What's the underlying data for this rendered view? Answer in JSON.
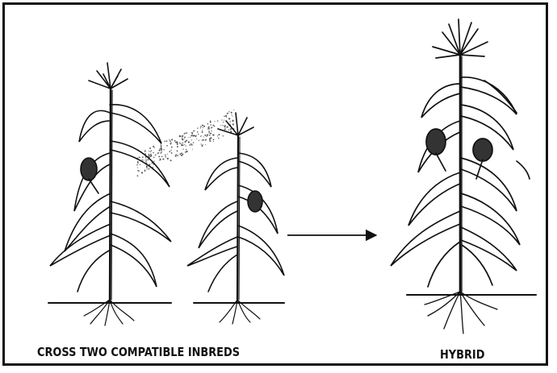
{
  "captions": {
    "left": "CROSS TWO COMPATIBLE INBREDS",
    "right": "HYBRID"
  },
  "illustration": {
    "elements": [
      "inbred-plant-1",
      "inbred-plant-2",
      "pollen-cloud",
      "cross-arrow",
      "hybrid-plant"
    ],
    "line_color": "#111111",
    "background": "#ffffff"
  }
}
